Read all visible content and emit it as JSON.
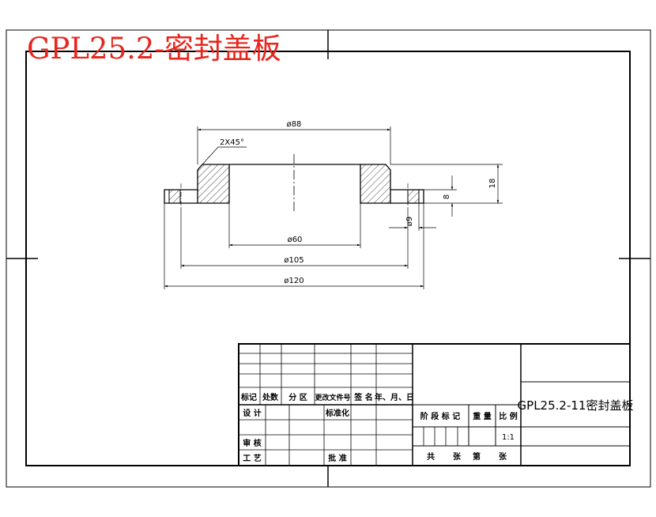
{
  "stamp_title": "GPL25.2-密封盖板",
  "dims": {
    "top_dia": "ø88",
    "chamfer": "2X45°",
    "bore_dia": "ø60",
    "bolt_circle": "ø105",
    "outer_dia": "ø120",
    "total_height": "18",
    "flange_thick": "8",
    "hole_dia": "ø9"
  },
  "title_block": {
    "change_headers": [
      "标记",
      "处数",
      "分 区",
      "更改文件号",
      "签 名",
      "年、月、日"
    ],
    "design": "设 计",
    "standardize": "标准化",
    "review": "审 核",
    "process": "工 艺",
    "approve": "批 准",
    "stage_mark": "阶 段 标 记",
    "weight": "重 量",
    "scale_label": "比 例",
    "scale_value": "1:1",
    "total": "共",
    "sheets1": "张",
    "page": "第",
    "sheets2": "张",
    "drawing_name": "GPL25.2-11密封盖板"
  }
}
